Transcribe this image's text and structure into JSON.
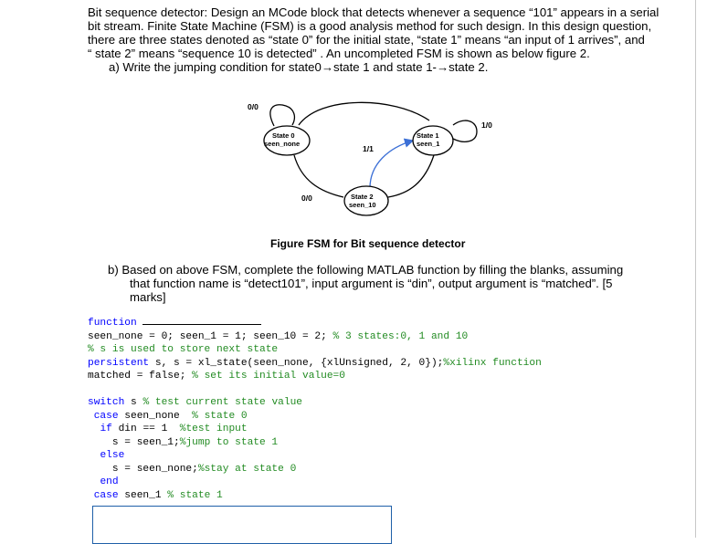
{
  "question": {
    "para1": [
      "Bit sequence detector: Design an MCode block that detects whenever a sequence “101” appears in a serial",
      "bit stream. Finite State Machine (FSM) is a good analysis method for such design.  In this design question,",
      "there are three states denoted as “state 0” for the initial state, “state 1” means “an input of 1 arrives”,  and",
      "“ state 2” means “sequence 10 is detected” .  An uncompleted FSM is shown as below figure 2."
    ],
    "part_a": "a)   Write the jumping condition for state0→state 1 and state 1-→state 2.",
    "part_b": [
      "b)    Based on above FSM, complete the following MATLAB function by filling the blanks, assuming",
      "that function name is “detect101”, input argument is “din”, output argument is “matched”.    [5",
      "marks]"
    ]
  },
  "fsm": {
    "states": [
      {
        "name": "State 0",
        "label": "seen_none"
      },
      {
        "name": "State 1",
        "label": "seen_1"
      },
      {
        "name": "State 2",
        "label": "seen_10"
      }
    ],
    "transitions": [
      "0/0",
      "1/0",
      "1/1",
      "0/0"
    ],
    "caption": "Figure  FSM for Bit sequence detector"
  },
  "code": {
    "kw_function": "function",
    "l2": "seen_none = 0; seen_1 = 1; seen_10 = 2; ",
    "l2c": "% 3 states:0, 1 and 10",
    "l3c": "% s is used to store next state",
    "l4kw": "persistent",
    "l4a": " s, s = xl_state(seen_none, {xlUnsigned, 2, 0});",
    "l4c": "%xilinx function",
    "l5a": "matched = false; ",
    "l5c": "% set its initial value=0",
    "l7kw": "switch",
    "l7a": " s ",
    "l7c": "% test current state value",
    "l8kw": "case",
    "l8a": " seen_none  ",
    "l8c": "% state 0",
    "l9kw": "if",
    "l9a": " din == 1  ",
    "l9c": "%test input",
    "l10a": "s = seen_1;",
    "l10c": "%jump to state 1",
    "l11kw": "else",
    "l12a": "s = seen_none;",
    "l12c": "%stay at state 0",
    "l13kw": "end",
    "l14kw": "case",
    "l14a": " seen_1 ",
    "l14c": "% state 1"
  }
}
